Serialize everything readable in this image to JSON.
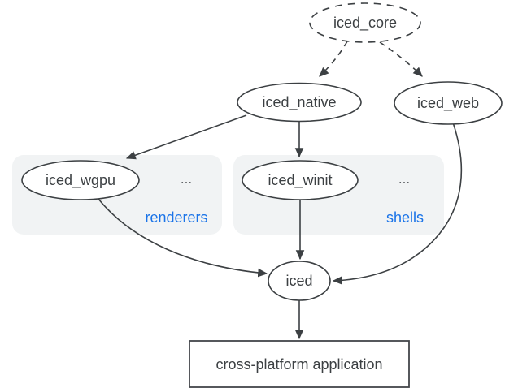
{
  "diagram": {
    "description": "dependency graph of the iced crate ecosystem",
    "nodes": {
      "iced_core": {
        "label": "iced_core",
        "shape": "ellipse",
        "border": "dashed"
      },
      "iced_native": {
        "label": "iced_native",
        "shape": "ellipse",
        "border": "solid"
      },
      "iced_web": {
        "label": "iced_web",
        "shape": "ellipse",
        "border": "solid"
      },
      "iced_wgpu": {
        "label": "iced_wgpu",
        "shape": "ellipse",
        "border": "solid"
      },
      "iced_winit": {
        "label": "iced_winit",
        "shape": "ellipse",
        "border": "solid"
      },
      "iced": {
        "label": "iced",
        "shape": "ellipse",
        "border": "solid"
      },
      "application": {
        "label": "cross-platform application",
        "shape": "rectangle",
        "border": "solid"
      }
    },
    "groups": {
      "renderers": {
        "label": "renderers",
        "ellipsis": "...",
        "contains": [
          "iced_wgpu"
        ]
      },
      "shells": {
        "label": "shells",
        "ellipsis": "...",
        "contains": [
          "iced_winit"
        ]
      }
    },
    "edges": [
      {
        "from": "iced_core",
        "to": "iced_native",
        "style": "dashed"
      },
      {
        "from": "iced_core",
        "to": "iced_web",
        "style": "dashed"
      },
      {
        "from": "iced_native",
        "to": "iced_wgpu",
        "style": "solid"
      },
      {
        "from": "iced_native",
        "to": "iced_winit",
        "style": "solid"
      },
      {
        "from": "iced_wgpu",
        "to": "iced",
        "style": "solid"
      },
      {
        "from": "iced_winit",
        "to": "iced",
        "style": "solid"
      },
      {
        "from": "iced_web",
        "to": "iced",
        "style": "solid"
      },
      {
        "from": "iced",
        "to": "application",
        "style": "solid"
      }
    ],
    "colors": {
      "background": "#ffffff",
      "stroke": "#3c4043",
      "text": "#3c4043",
      "group_fill": "#f1f3f4",
      "group_label": "#1a73e8"
    }
  }
}
